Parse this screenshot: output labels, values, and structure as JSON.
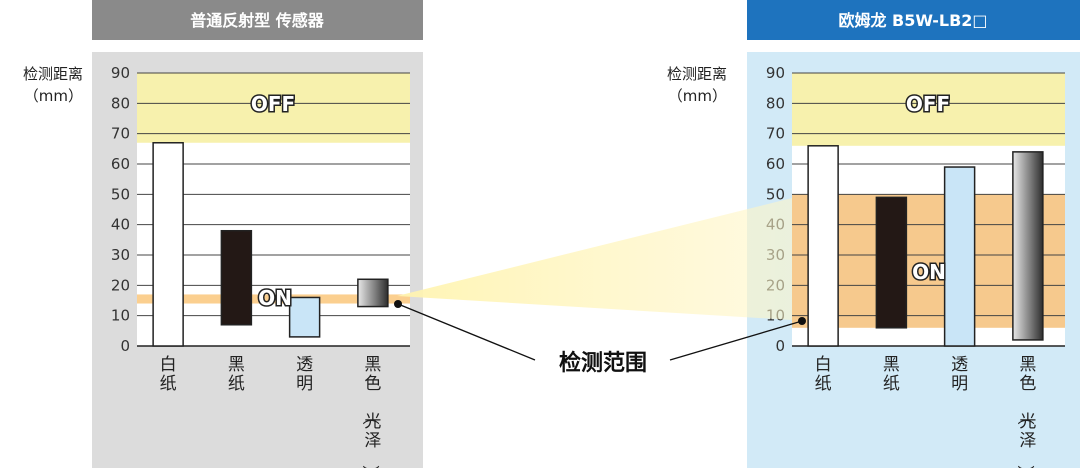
{
  "chart_data": [
    {
      "type": "bar",
      "title": "普通反射型 传感器",
      "ylabel": "检测距离",
      "yunit": "（mm）",
      "ylim": [
        0,
        90
      ],
      "yticks": [
        0,
        10,
        20,
        30,
        40,
        50,
        60,
        70,
        80,
        90
      ],
      "grid": true,
      "categories": [
        "白纸",
        "黑纸",
        "透明",
        "黑色（光泽）"
      ],
      "ranges": [
        [
          0,
          67
        ],
        [
          7,
          38
        ],
        [
          3,
          16
        ],
        [
          13,
          22
        ]
      ],
      "off_zone": [
        67,
        90
      ],
      "on_zone": [
        14,
        17
      ],
      "off_label": "OFF",
      "on_label": "ON"
    },
    {
      "type": "bar",
      "title": "欧姆龙 B5W-LB2□",
      "ylabel": "检测距离",
      "yunit": "（mm）",
      "ylim": [
        0,
        90
      ],
      "yticks": [
        0,
        10,
        20,
        30,
        40,
        50,
        60,
        70,
        80,
        90
      ],
      "grid": true,
      "categories": [
        "白纸",
        "黑纸",
        "透明",
        "黑色（光泽）"
      ],
      "ranges": [
        [
          0,
          66
        ],
        [
          6,
          49
        ],
        [
          0,
          59
        ],
        [
          2,
          64
        ]
      ],
      "off_zone": [
        66,
        90
      ],
      "on_zone": [
        6,
        50
      ],
      "off_label": "OFF",
      "on_label": "ON"
    }
  ],
  "callout_label": "检测范围",
  "colors": {
    "left_header": "#8a8a8a",
    "right_header": "#1e73be",
    "left_panel": "#dcdcdc",
    "right_panel": "#d2eaf7",
    "off_zone": "#f7f1ad",
    "on_zone_left": "#fbcf8f",
    "on_zone_right": "#f6c98d",
    "white_paper": "#ffffff",
    "black_paper": "#231815",
    "transparent": "#c9e5f7",
    "black_gloss": "#555555"
  }
}
